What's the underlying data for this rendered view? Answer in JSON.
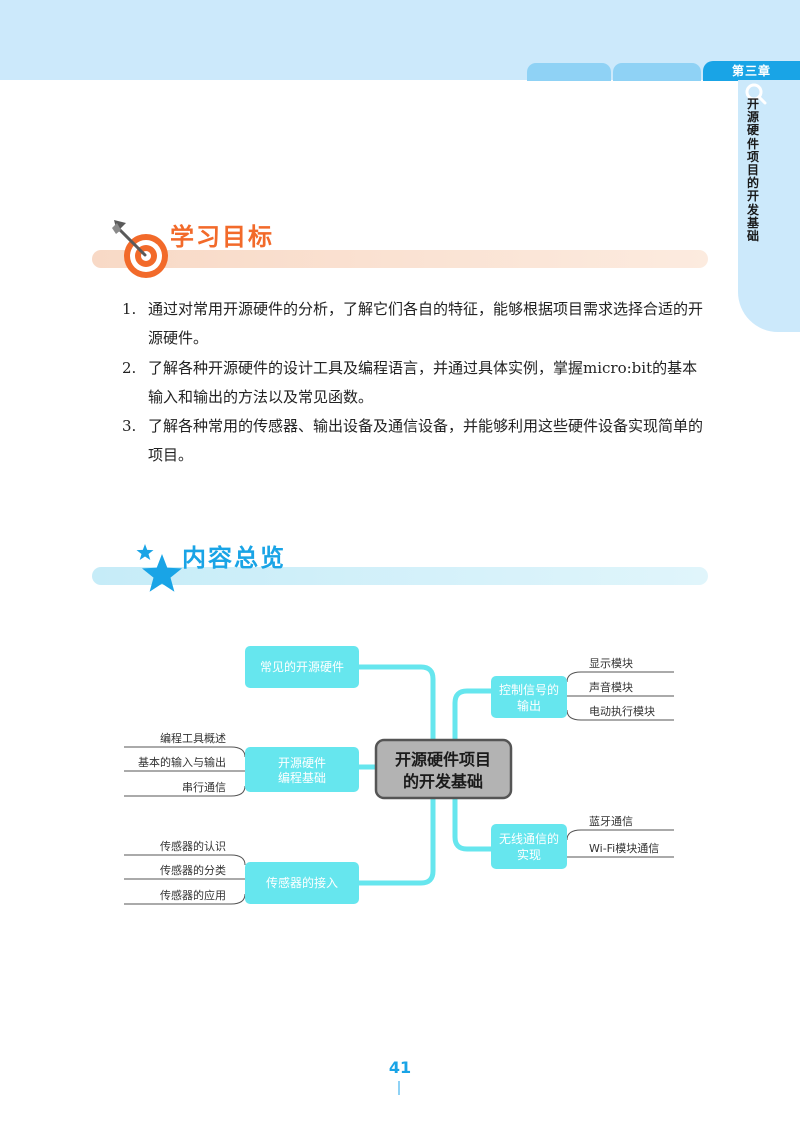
{
  "header": {
    "chapter": "第三章"
  },
  "side_title": "开源硬件项目的开发基础",
  "goals": {
    "title": "学习目标",
    "items": [
      {
        "num": "1.",
        "text": "通过对常用开源硬件的分析，了解它们各自的特征，能够根据项目需求选择合适的开源硬件。"
      },
      {
        "num": "2.",
        "text": "了解各种开源硬件的设计工具及编程语言，并通过具体实例，掌握micro:bit的基本输入和输出的方法以及常见函数。"
      },
      {
        "num": "3.",
        "text": "了解各种常用的传感器、输出设备及通信设备，并能够利用这些硬件设备实现简单的项目。"
      }
    ]
  },
  "overview": {
    "title": "内容总览",
    "mindmap": {
      "center": [
        "开源硬件项目",
        "的开发基础"
      ],
      "left": [
        {
          "label": [
            "常见的开源硬件"
          ],
          "children": []
        },
        {
          "label": [
            "开源硬件",
            "编程基础"
          ],
          "children": [
            "编程工具概述",
            "基本的输入与输出",
            "串行通信"
          ]
        },
        {
          "label": [
            "传感器的接入"
          ],
          "children": [
            "传感器的认识",
            "传感器的分类",
            "传感器的应用"
          ]
        }
      ],
      "right": [
        {
          "label": [
            "控制信号的",
            "输出"
          ],
          "children": [
            "显示模块",
            "声音模块",
            "电动执行模块"
          ]
        },
        {
          "label": [
            "无线通信的",
            "实现"
          ],
          "children": [
            "蓝牙通信",
            "Wi-Fi模块通信"
          ]
        }
      ]
    }
  },
  "page_number": "41",
  "colors": {
    "orange": "#f26a2a",
    "blue": "#19a4e6",
    "cyan": "#66e6ee",
    "light_blue": "#cce9fb"
  },
  "icons": {
    "goals": "target-arrow-icon",
    "overview": "star-icon"
  }
}
